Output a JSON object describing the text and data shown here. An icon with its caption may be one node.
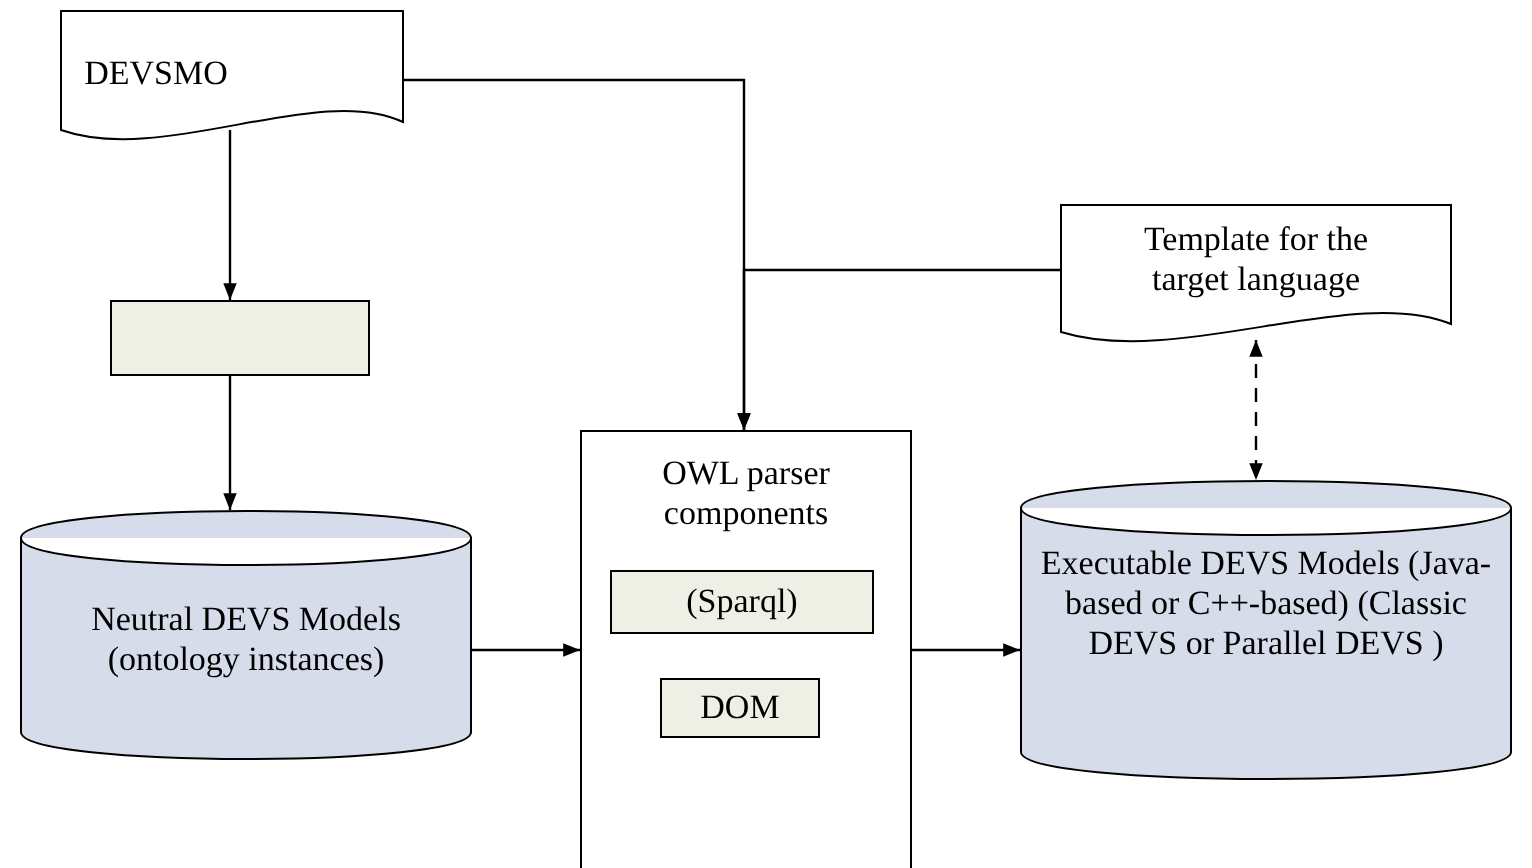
{
  "diagram": {
    "nodes": [
      {
        "text": [
          "DEVSMO"
        ]
      },
      {
        "text": [],
        "shape": "box"
      },
      {
        "text": [
          "Neutral DEVS Models (ontology instances)"
        ]
      },
      {
        "text": [
          "OWL parser components"
        ]
      },
      {
        "text": [
          "(Sparql)"
        ],
        "in": 3
      },
      {
        "text": [
          "DOM"
        ],
        "in": 3
      },
      {
        "text": [
          "Template for the target language"
        ]
      },
      {
        "text": [
          "Executable DEVS Models (Java-based or C++-based) (Classic DEVS or Parallel DEVS )"
        ]
      }
    ],
    "edges": [
      {
        "from": 0,
        "to": 1,
        "arrow": "to"
      },
      {
        "from": 1,
        "to": 2,
        "arrow": "to"
      },
      {
        "from": 0,
        "to": 3,
        "arrow": "to"
      },
      {
        "from": 6,
        "to": 3,
        "arrow": "to"
      },
      {
        "from": 2,
        "to": 3,
        "arrow": "to"
      },
      {
        "from": 3,
        "to": 7,
        "arrow": "to"
      },
      {
        "from": 6,
        "to": 7,
        "arrow": "both",
        "style": "dashed"
      }
    ]
  }
}
